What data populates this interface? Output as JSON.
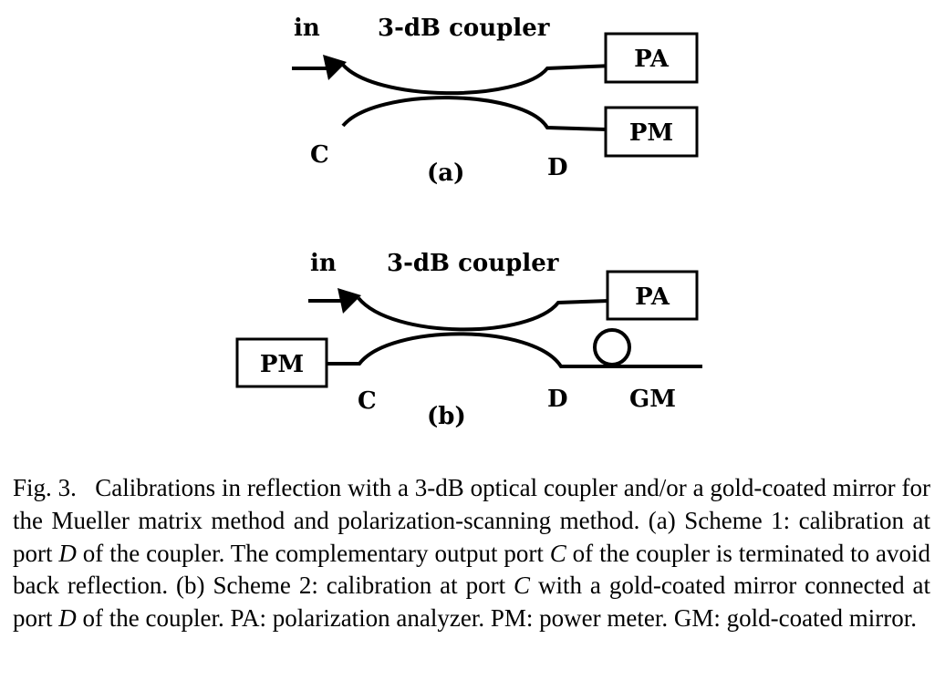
{
  "panel_a": {
    "input_label": "in",
    "coupler_label": "3-dB coupler",
    "port_c_label": "C",
    "port_d_label": "D",
    "panel_label": "(a)",
    "box_top_label": "PA",
    "box_bottom_label": "PM"
  },
  "panel_b": {
    "input_label": "in",
    "coupler_label": "3-dB coupler",
    "port_c_label": "C",
    "port_d_label": "D",
    "panel_label": "(b)",
    "box_right_label": "PA",
    "box_left_label": "PM",
    "mirror_label": "GM"
  },
  "caption": {
    "part1": "Fig. 3.  Calibrations in reflection with a 3-dB optical coupler and/or a gold-coated mirror for the Mueller matrix method and polarization-scanning method. (a) Scheme 1: calibration at port ",
    "var1": "D",
    "part2": " of the coupler. The complementary output port ",
    "var2": "C",
    "part3": " of the coupler is terminated to avoid back reflection. (b) Scheme 2: calibration at port ",
    "var3": "C",
    "part4": " with a gold-coated mirror connected at port ",
    "var4": "D",
    "part5": " of the coupler. PA: polarization analyzer. PM: power meter. GM: gold-coated mirror."
  }
}
